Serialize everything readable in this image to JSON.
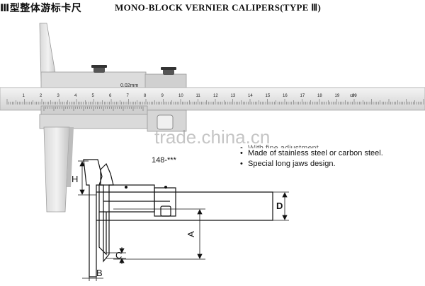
{
  "header": {
    "title_cn": "Ⅲ型整体游标卡尺",
    "title_en": "MONO-BLOCK VERNIER CALIPERS(TYPE Ⅲ)"
  },
  "ruler": {
    "main_numbers": [
      "1",
      "2",
      "3",
      "4",
      "5",
      "6",
      "7",
      "8",
      "9",
      "10",
      "11",
      "12",
      "13",
      "14",
      "15",
      "16",
      "17",
      "18",
      "19",
      "20"
    ],
    "unit": "cm",
    "vernier_label": "0.02mm"
  },
  "watermark": "trade.china.cn",
  "product": {
    "model": "148-***",
    "features": [
      "With fine adjustment.",
      "Made of stainless steel or carbon  steel.",
      "Special long jaws design."
    ]
  },
  "diagram": {
    "dimension_labels": {
      "H": "H",
      "A": "A",
      "D": "D",
      "C": "C",
      "B": "B"
    }
  },
  "colors": {
    "steel_light": "#e6e6e6",
    "steel_mid": "#c9c9c9",
    "steel_dark": "#8e8e8e",
    "line": "#111111"
  }
}
